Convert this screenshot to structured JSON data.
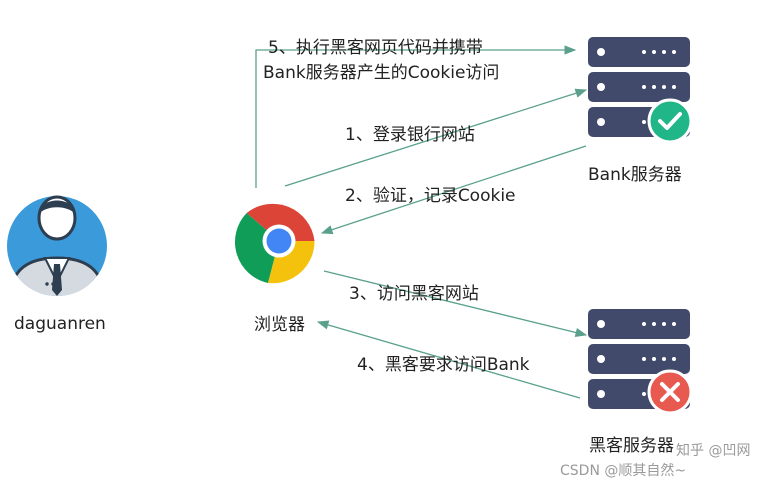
{
  "nodes": {
    "user": "daguanren",
    "browser": "浏览器",
    "bank_server": "Bank服务器",
    "hacker_server": "黑客服务器"
  },
  "steps": {
    "step1": "1、登录银行网站",
    "step2": "2、验证，记录Cookie",
    "step3": "3、访问黑客网站",
    "step4": "4、黑客要求访问Bank",
    "step5_line1": "5、执行黑客网页代码并携带",
    "step5_line2": "Bank服务器产生的Cookie访问"
  },
  "watermark": {
    "csdn": "CSDN @顺其自然~",
    "zhihu": "知乎 @凹网"
  },
  "colors": {
    "arrow": "#5aa08d",
    "server_body": "#414a6b",
    "server_dots": "#ffffff",
    "ok_badge": "#21b687",
    "error_badge": "#e8594f",
    "avatar_bg": "#3b9ad9",
    "chrome_red": "#db4437",
    "chrome_green": "#0f9d58",
    "chrome_yellow": "#f4c20d",
    "chrome_blue": "#4285f4"
  },
  "icons": {
    "user": "user-avatar-icon",
    "browser": "chrome-browser-icon",
    "bank": "server-ok-icon",
    "hacker": "server-error-icon"
  }
}
